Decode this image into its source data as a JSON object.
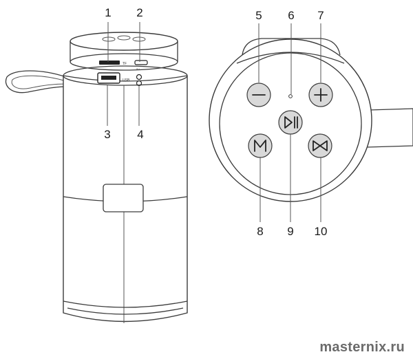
{
  "callouts": {
    "c1": "1",
    "c2": "2",
    "c3": "3",
    "c4": "4",
    "c5": "5",
    "c6": "6",
    "c7": "7",
    "c8": "8",
    "c9": "9",
    "c10": "10"
  },
  "watermark": "masternix.ru"
}
